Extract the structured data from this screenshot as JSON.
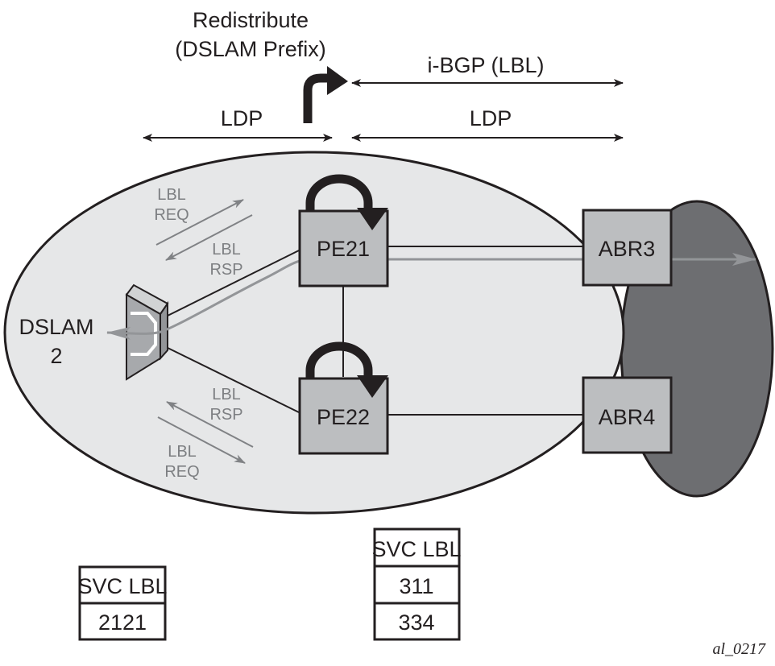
{
  "annotations": {
    "redistribute_line1": "Redistribute",
    "redistribute_line2": "(DSLAM Prefix)",
    "ibgp": "i-BGP (LBL)",
    "ldp_left": "LDP",
    "ldp_right": "LDP"
  },
  "nodes": {
    "pe21": "PE21",
    "pe22": "PE22",
    "abr3": "ABR3",
    "abr4": "ABR4",
    "dslam_line1": "DSLAM",
    "dslam_line2": "2"
  },
  "messages": {
    "top_req_line1": "LBL",
    "top_req_line2": "REQ",
    "top_rsp_line1": "LBL",
    "top_rsp_line2": "RSP",
    "bottom_rsp_line1": "LBL",
    "bottom_rsp_line2": "RSP",
    "bottom_req_line1": "LBL",
    "bottom_req_line2": "REQ"
  },
  "tables": {
    "left": {
      "header": "SVC LBL",
      "rows": [
        "2121"
      ]
    },
    "right": {
      "header": "SVC LBL",
      "rows": [
        "311",
        "334"
      ]
    }
  },
  "figure_id": "al_0217",
  "colors": {
    "area_fill": "#e6e7e8",
    "backbone_fill": "#6d6e71",
    "node_fill": "#bcbec0",
    "dslam_fill": "#a7a9ac",
    "message_gray": "#808285",
    "stroke": "#231f20"
  }
}
